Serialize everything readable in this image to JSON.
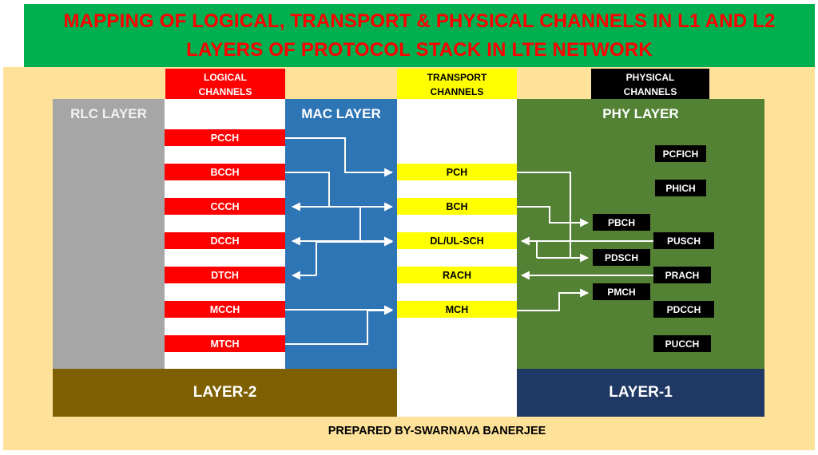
{
  "title": {
    "line1": "MAPPING OF LOGICAL, TRANSPORT & PHYSICAL CHANNELS IN L1 AND L2",
    "line2": "LAYERS OF PROTOCOL STACK IN LTE NETWORK"
  },
  "column_headers": {
    "logical": "LOGICAL CHANNELS",
    "transport": "TRANSPORT CHANNELS",
    "physical": "PHYSICAL CHANNELS"
  },
  "layer_labels": {
    "rlc": "RLC LAYER",
    "mac": "MAC LAYER",
    "phy": "PHY LAYER",
    "layer2": "LAYER-2",
    "layer1": "LAYER-1"
  },
  "logical_channels": [
    "PCCH",
    "BCCH",
    "CCCH",
    "DCCH",
    "DTCH",
    "MCCH",
    "MTCH"
  ],
  "transport_channels": [
    "PCH",
    "BCH",
    "DL/UL-SCH",
    "RACH",
    "MCH"
  ],
  "physical_channels": [
    "PCFICH",
    "PHICH",
    "PBCH",
    "PUSCH",
    "PDSCH",
    "PRACH",
    "PMCH",
    "PDCCH",
    "PUCCH"
  ],
  "connections": [
    {
      "from": "PCCH",
      "to": "PCH"
    },
    {
      "from": "BCCH",
      "to": "BCH"
    },
    {
      "from": "CCCH",
      "to": "DL/UL-SCH",
      "bidirectional": true
    },
    {
      "from": "DCCH",
      "to": "DL/UL-SCH",
      "bidirectional": true
    },
    {
      "from": "DTCH",
      "to": "DL/UL-SCH",
      "bidirectional": true
    },
    {
      "from": "MCCH",
      "to": "MCH"
    },
    {
      "from": "MTCH",
      "to": "MCH"
    },
    {
      "from": "PCH",
      "to": "PDSCH"
    },
    {
      "from": "BCH",
      "to": "PBCH"
    },
    {
      "from": "DL/UL-SCH",
      "to": "PDSCH"
    },
    {
      "from": "PUSCH",
      "to": "DL/UL-SCH"
    },
    {
      "from": "PRACH",
      "to": "RACH"
    },
    {
      "from": "MCH",
      "to": "PMCH"
    }
  ],
  "footer": "PREPARED BY-SWARNAVA BANERJEE",
  "colors": {
    "banner_bg": "#00B050",
    "title_text": "#FF0000",
    "page_bg": "#FFE299",
    "logical_channel": "#FF0000",
    "transport_channel": "#FFFF00",
    "physical_channel": "#000000",
    "rlc_layer": "#A6A6A6",
    "mac_layer": "#2E75B6",
    "phy_layer": "#548235",
    "layer2_bar": "#7F6000",
    "layer1_bar": "#1F3864",
    "arrow": "#FFFFFF"
  }
}
